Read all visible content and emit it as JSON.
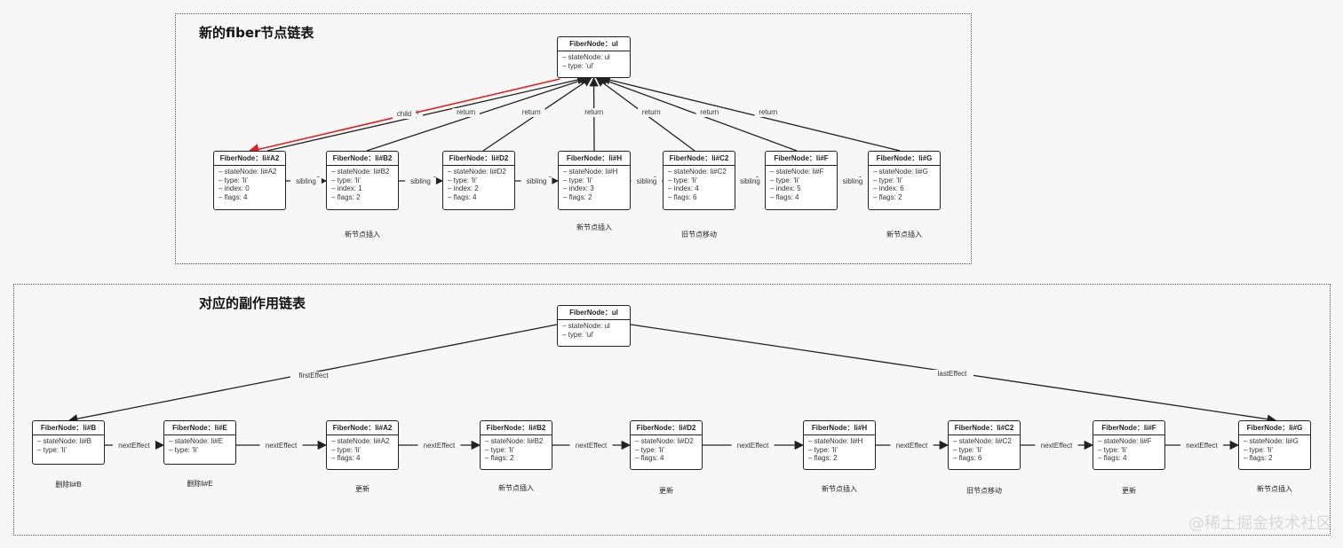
{
  "top": {
    "title": "新的fiber节点链表",
    "root": {
      "name": "FiberNode：ul",
      "props": [
        "– stateNode: ul",
        "– type: 'ul'"
      ]
    },
    "nodes": [
      {
        "name": "FiberNode：li#A2",
        "props": [
          "– stateNode: li#A2",
          "– type: 'li'",
          "– index: 0",
          "– flags: 4"
        ]
      },
      {
        "name": "FiberNode：li#B2",
        "props": [
          "– stateNode: li#B2",
          "– type: 'li'",
          "– index: 1",
          "– flags: 2"
        ]
      },
      {
        "name": "FiberNode：li#D2",
        "props": [
          "– stateNode: li#D2",
          "– type: 'li'",
          "– index: 2",
          "– flags: 4"
        ]
      },
      {
        "name": "FiberNode：li#H",
        "props": [
          "– stateNode: li#H",
          "– type: 'li'",
          "– index: 3",
          "– flags: 2"
        ]
      },
      {
        "name": "FiberNode：li#C2",
        "props": [
          "– stateNode: li#C2",
          "– type: 'li'",
          "– index: 4",
          "– flags: 6"
        ]
      },
      {
        "name": "FiberNode：li#F",
        "props": [
          "– stateNode: li#F",
          "– type: 'li'",
          "– index: 5",
          "– flags: 4"
        ]
      },
      {
        "name": "FiberNode：li#G",
        "props": [
          "– stateNode: li#G",
          "– type: 'li'",
          "– index: 6",
          "– flags: 2"
        ]
      }
    ],
    "captions": [
      "",
      "新节点插入",
      "",
      "新节点插入",
      "旧节点移动",
      "",
      "新节点插入"
    ],
    "edge_labels": {
      "child": "child",
      "return": "return",
      "sibling": "sibling"
    }
  },
  "bottom": {
    "title": "对应的副作用链表",
    "root": {
      "name": "FiberNode：ul",
      "props": [
        "– stateNode: ul",
        "– type: 'ul'"
      ]
    },
    "nodes": [
      {
        "name": "FiberNode：li#B",
        "props": [
          "– stateNode: li#B",
          "– type: 'li'"
        ]
      },
      {
        "name": "FiberNode：li#E",
        "props": [
          "– stateNode: li#E",
          "– type: 'li'"
        ]
      },
      {
        "name": "FiberNode：li#A2",
        "props": [
          "– stateNode: li#A2",
          "– type: 'li'",
          "– flags: 4"
        ]
      },
      {
        "name": "FiberNode：li#B2",
        "props": [
          "– stateNode: li#B2",
          "– type: 'li'",
          "– flags: 2"
        ]
      },
      {
        "name": "FiberNode：li#D2",
        "props": [
          "– stateNode: li#D2",
          "– type: 'li'",
          "– flags: 4"
        ]
      },
      {
        "name": "FiberNode：li#H",
        "props": [
          "– stateNode: li#H",
          "– type: 'li'",
          "– flags: 2"
        ]
      },
      {
        "name": "FiberNode：li#C2",
        "props": [
          "– stateNode: li#C2",
          "– type: 'li'",
          "– flags: 6"
        ]
      },
      {
        "name": "FiberNode：li#F",
        "props": [
          "– stateNode: li#F",
          "– type: 'li'",
          "– flags: 4"
        ]
      },
      {
        "name": "FiberNode：li#G",
        "props": [
          "– stateNode: li#G",
          "– type: 'li'",
          "– flags: 2"
        ]
      }
    ],
    "captions": [
      "删除li#B",
      "删除li#E",
      "更新",
      "新节点插入",
      "更新",
      "新节点插入",
      "旧节点移动",
      "更新",
      "新节点插入"
    ],
    "edge_labels": {
      "first": "firstEffect",
      "last": "lastEffect",
      "next": "nextEffect"
    }
  },
  "colors": {
    "child_edge": "#e02020",
    "edge": "#222222"
  },
  "watermark": "@稀土掘金技术社区"
}
